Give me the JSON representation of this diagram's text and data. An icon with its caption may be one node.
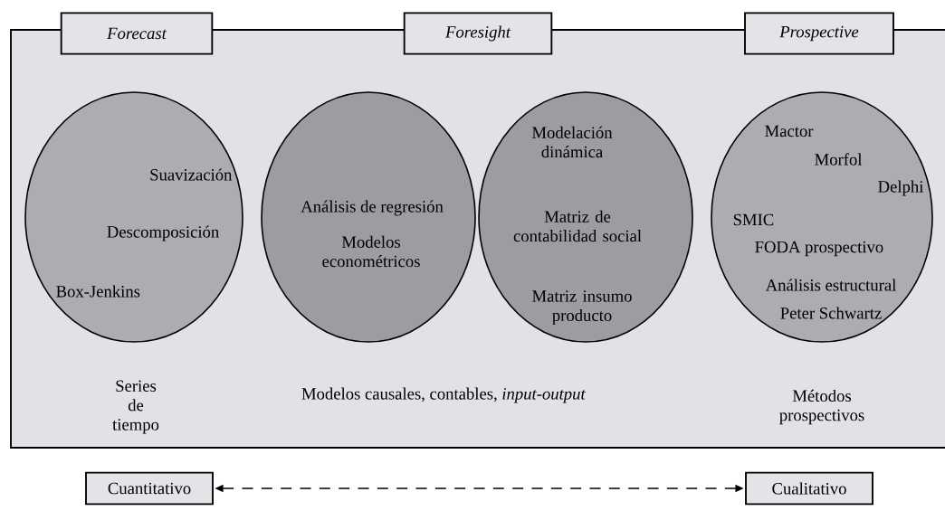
{
  "diagram": {
    "nodes": [
      {
        "text": [
          "Forecast"
        ]
      },
      {
        "text": [
          "Foresight"
        ]
      },
      {
        "text": [
          "Prospective"
        ]
      },
      {
        "text": [
          "Suavización",
          "Descomposición",
          "Box-Jenkins"
        ],
        "beside": [
          "Series de tiempo"
        ]
      },
      {
        "text": [
          "Análisis de regresión",
          "Modelos econométricos"
        ]
      },
      {
        "text": [
          "Modelación dinámica",
          "Matriz de contabilidad social",
          "Matriz insumo producto"
        ]
      },
      {
        "text": [
          "Mactor",
          "Morfol",
          "Delphi",
          "SMIC",
          "FODA prospectivo",
          "Análisis estructural",
          "Peter Schwartz"
        ],
        "beside": [
          "Métodos prospectivos"
        ]
      },
      {
        "text": [
          "Cuantitativo"
        ]
      },
      {
        "text": [
          "Cualitativo"
        ]
      }
    ],
    "edges": [
      {
        "from": 7,
        "to": 8,
        "arrow": "both",
        "style": "dashed"
      }
    ],
    "labels": [
      "Modelos causales, contables, *input-output*"
    ]
  }
}
